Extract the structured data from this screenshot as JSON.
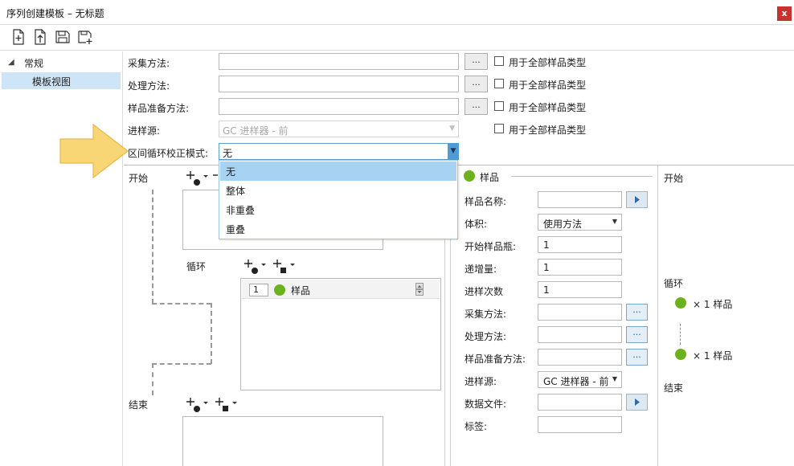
{
  "window": {
    "title": "序列创建模板 – 无标题",
    "close_label": "x"
  },
  "toolbar": {
    "icons": [
      "new-icon",
      "import-icon",
      "save-icon",
      "save-as-icon"
    ]
  },
  "tree": {
    "root_label": "常规",
    "child_label": "模板视图"
  },
  "form": {
    "acquisition_label": "采集方法:",
    "processing_label": "处理方法:",
    "sample_prep_label": "样品准备方法:",
    "inlet_label": "进样源:",
    "inlet_value": "GC 进样器 - 前",
    "interval_label": "区间循环校正模式:",
    "interval_value": "无",
    "dots_label": "...",
    "apply_all_label": "用于全部样品类型"
  },
  "dropdown": {
    "options": [
      "无",
      "整体",
      "非重叠",
      "重叠"
    ],
    "selected_index": 0
  },
  "design": {
    "start_label": "开始",
    "loop_label": "循环",
    "end_label": "结束",
    "loop_item_index": "1",
    "loop_item_label": "样品"
  },
  "sample_panel": {
    "header": "样品",
    "name_label": "样品名称:",
    "volume_label": "体积:",
    "volume_value": "使用方法",
    "start_vial_label": "开始样品瓶:",
    "start_vial_value": "1",
    "increment_label": "递增量:",
    "increment_value": "1",
    "injections_label": "进样次数",
    "injections_value": "1",
    "acquisition_label": "采集方法:",
    "processing_label": "处理方法:",
    "sample_prep_label": "样品准备方法:",
    "inlet_label": "进样源:",
    "inlet_value": "GC 进样器 - 前",
    "data_file_label": "数据文件:",
    "tag_label": "标签:",
    "dots_label": "..."
  },
  "summary": {
    "start_label": "开始",
    "loop_label": "循环",
    "item1": "× 1  样品",
    "item2": "× 1  样品",
    "end_label": "结束"
  },
  "colors": {
    "accent": "#4e9bd6",
    "sample_green": "#6bb21d",
    "close_red": "#c8322e",
    "annotation_arrow": "#f6cf6a"
  }
}
